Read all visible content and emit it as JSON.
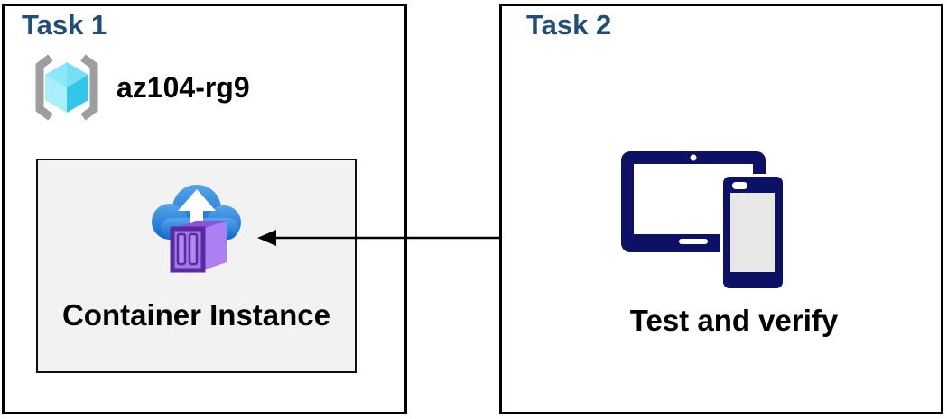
{
  "diagram": {
    "task1": {
      "title": "Task 1",
      "resource_group_name": "az104-rg9",
      "container_label": "Container Instance"
    },
    "task2": {
      "title": "Task 2",
      "caption": "Test and verify"
    }
  },
  "icons": {
    "resource_group": "azure-resource-group",
    "container_instance": "azure-container-instance-cloud-upload",
    "devices": "tablet-and-phone",
    "connector": "left-pointing-arrow"
  },
  "colors": {
    "task_title_blue": "#1E4E79",
    "box_border": "#000000",
    "subbox_fill": "#F2F2F2",
    "device_navy": "#0D1166",
    "cloud_blue_top": "#55A4EC",
    "cloud_blue_bottom": "#0F67CC",
    "container_purple_front_panel": "#A277E8",
    "container_purple_side": "#AC7FF2",
    "container_purple_top": "#8C52D9",
    "container_purple_dark": "#5A2B9E",
    "cube_cyan_top": "#7FE2F8",
    "cube_cyan_left": "#A8EEFB",
    "cube_cyan_right": "#33C6E9",
    "bracket_gray": "#9E9E9E",
    "arrow_color": "#000000",
    "phone_screen_gray": "#E7E7E7"
  }
}
